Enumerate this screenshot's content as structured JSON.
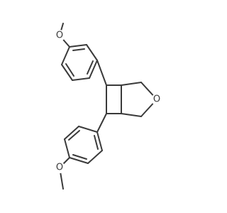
{
  "structure": {
    "atom_labels": [
      "O",
      "O",
      "O"
    ],
    "colors": {
      "background": "#ffffff",
      "bond": "#3a3a3a",
      "label": "#3a3a3a"
    }
  }
}
